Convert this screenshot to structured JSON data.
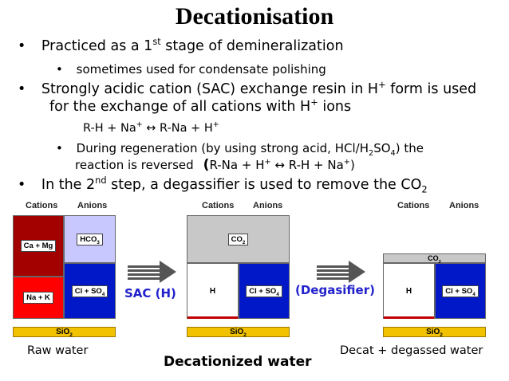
{
  "slide": {
    "title": "Decationisation",
    "b1": {
      "pre": "Practiced as a 1",
      "sup": "st",
      "post": " stage of demineralization"
    },
    "b1a": "sometimes used for condensate polishing",
    "b2_line1": {
      "pre": "Strongly acidic cation (SAC) exchange resin in H",
      "sup": "+",
      "post": " form is used"
    },
    "b2_line2": {
      "pre": "for the exchange of all cations with H",
      "sup": "+",
      "post": " ions"
    },
    "eq1": {
      "a": "R-H + Na",
      "a_sup": "+",
      "arrow": " ↔ ",
      "b": "R-Na + H",
      "b_sup": "+"
    },
    "b2a_line1": {
      "pre": "During regeneration (by using strong acid, HCl/H",
      "sub1": "2",
      "mid": "SO",
      "sub2": "4",
      "post": ") the"
    },
    "b2a_line2": {
      "pre": "reaction is reversed",
      "paren_open": "(",
      "a": "R-Na + H",
      "a_sup": "+",
      "arrow": " ↔ ",
      "b": "R-H + Na",
      "b_sup": "+",
      "paren_close": ")"
    },
    "b3": {
      "pre": "In the 2",
      "sup": "nd",
      "post": " step, a degassifier is used to remove the CO",
      "sub": "2"
    }
  },
  "figure": {
    "col_cations": "Cations",
    "col_anions": "Anions",
    "raw": {
      "ca_mg": "Ca + Mg",
      "hco3": "HCO",
      "hco3_sub": "3",
      "na_k": "Na + K",
      "cl_so4": "Cl + SO",
      "cl_so4_sub": "4",
      "sio2": "SiO",
      "sio2_sub": "2",
      "caption": "Raw water"
    },
    "step1_label": "SAC (H)",
    "decat": {
      "co2": "CO",
      "co2_sub": "2",
      "h": "H",
      "cl_so4": "Cl + SO",
      "cl_so4_sub": "4",
      "sio2": "SiO",
      "sio2_sub": "2",
      "caption": "Decationized water"
    },
    "step2_label": "(Degasifier)",
    "degassed": {
      "co2": "CO",
      "co2_sub": "2",
      "h": "H",
      "cl_so4": "Cl + SO",
      "cl_so4_sub": "4",
      "sio2": "SiO",
      "sio2_sub": "2",
      "caption": "Decat + degassed water"
    },
    "colors": {
      "ca_mg": "#a30000",
      "hco3": "#c8c8ff",
      "na_k": "#ff0000",
      "cl_so4": "#0018c8",
      "co2_gray": "#c8c8c8",
      "sio2": "#f2c200",
      "arrow": "#555555",
      "step_label": "#2222cc"
    }
  }
}
